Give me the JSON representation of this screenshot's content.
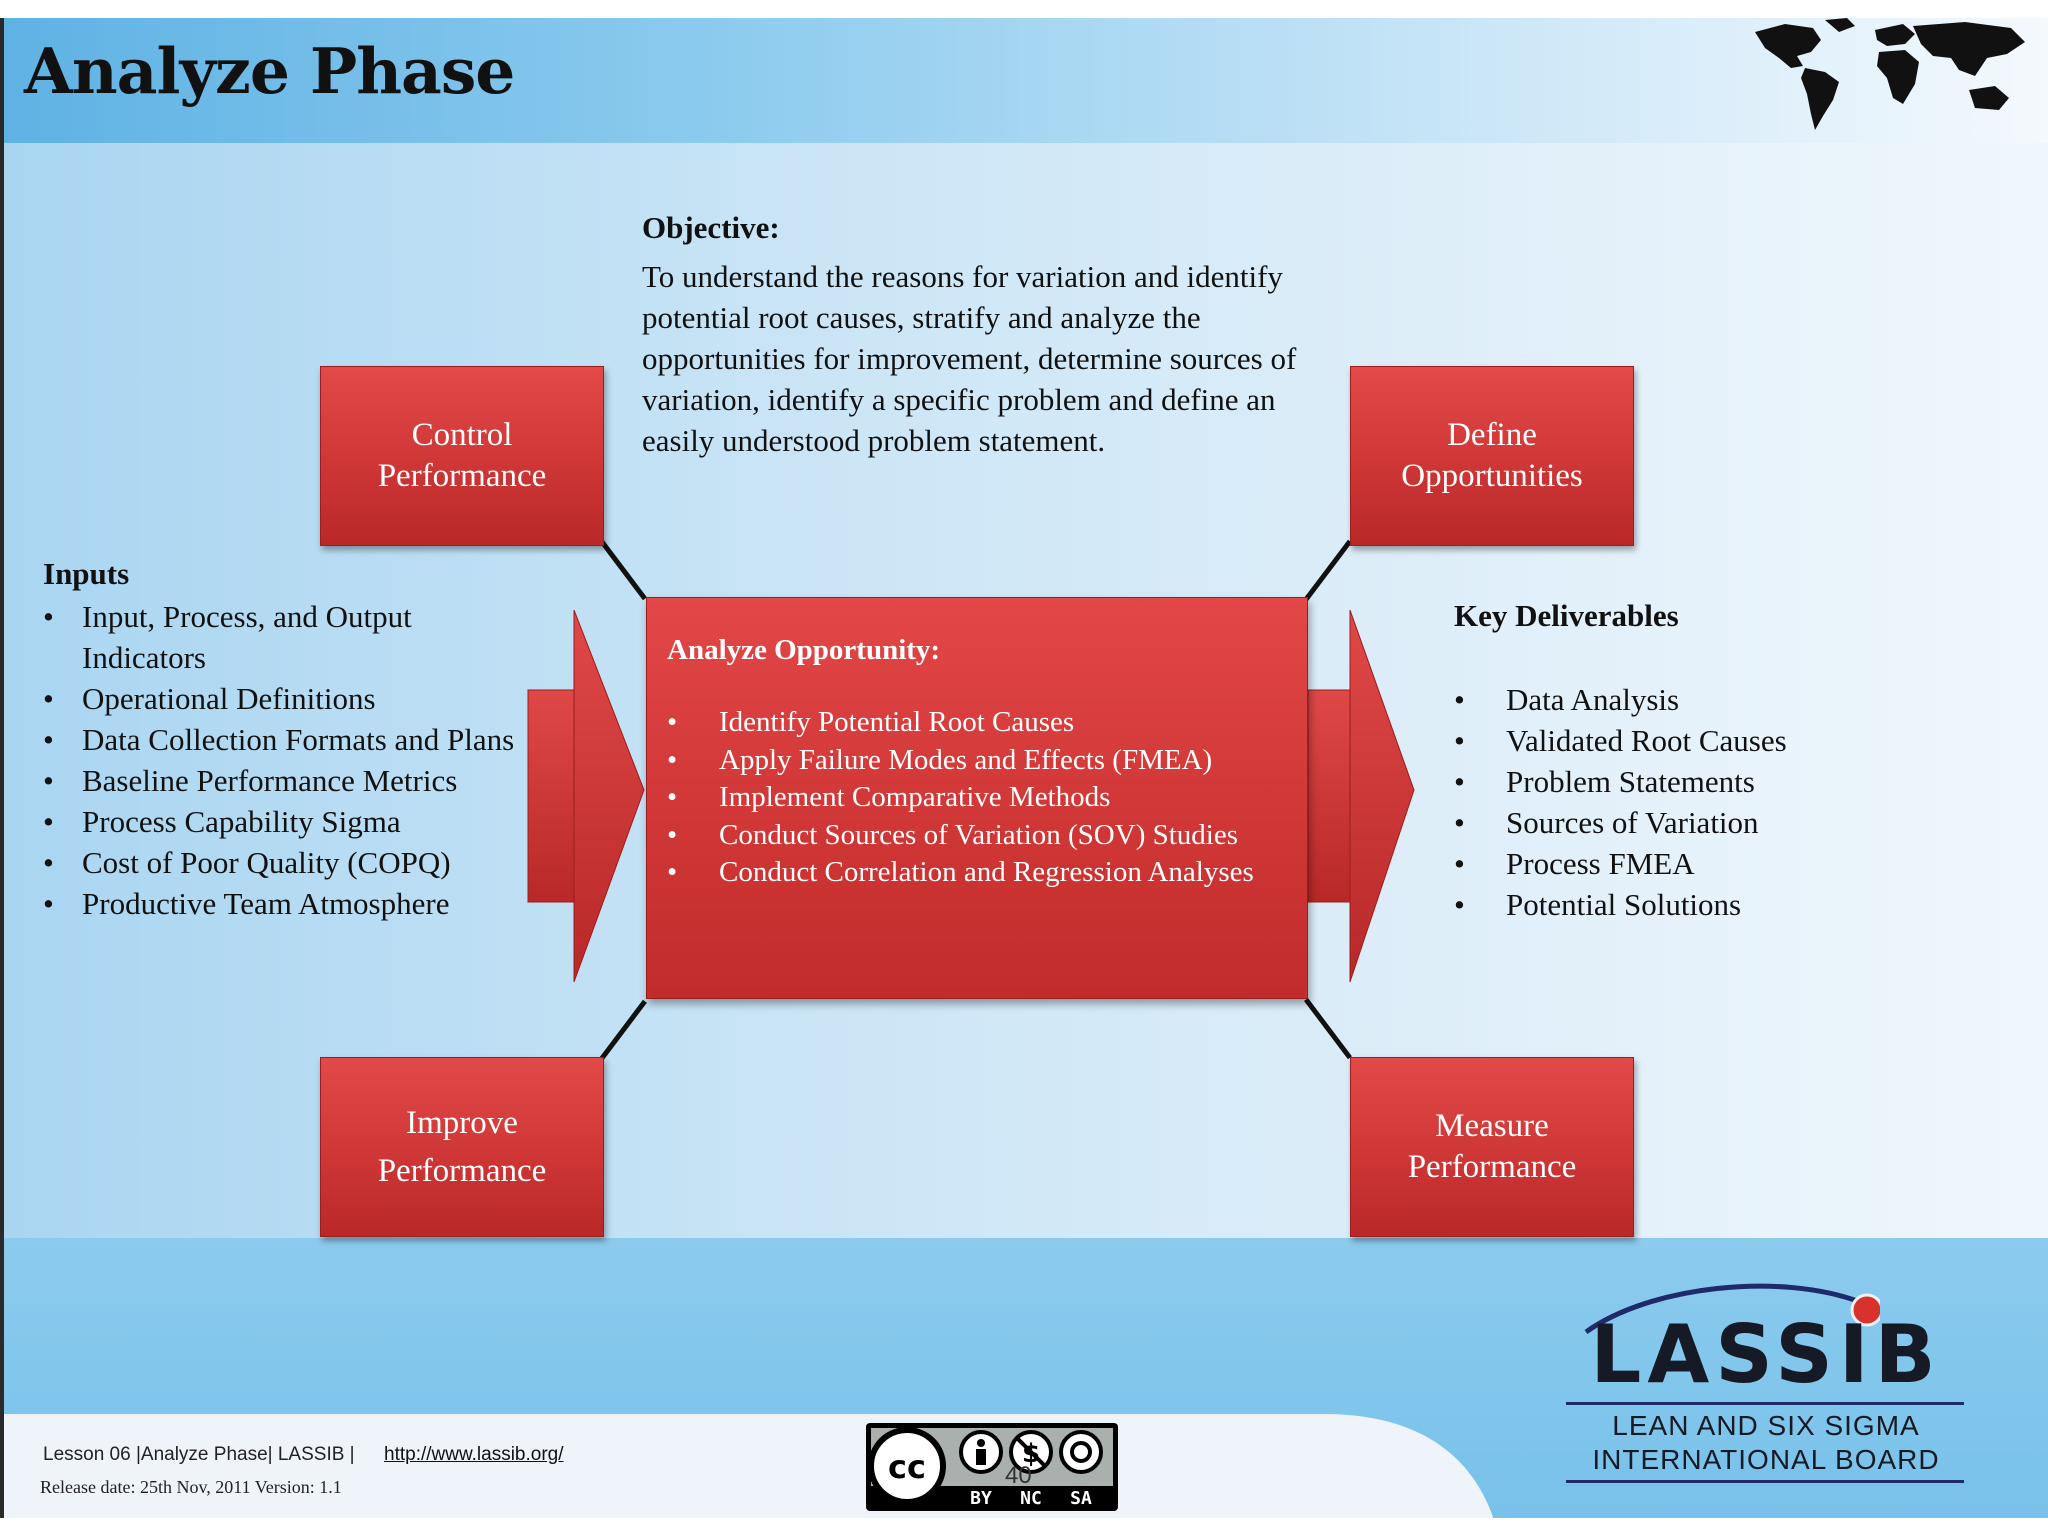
{
  "slide": {
    "title": "Analyze Phase",
    "objective": {
      "heading": "Objective:",
      "text": "To understand the reasons for variation and identify potential root causes, stratify and analyze the opportunities for improvement, determine sources of variation, identify a specific problem and define an easily understood problem statement."
    },
    "corner_boxes": {
      "top_left": "Control\nPerformance",
      "top_right": "Define\nOpportunities",
      "bottom_left": "Improve\nPerformance",
      "bottom_right": "Measure\nPerformance"
    },
    "inputs": {
      "heading": "Inputs",
      "items": [
        "Input, Process, and Output Indicators",
        "Operational Definitions",
        "Data Collection Formats and Plans",
        "Baseline Performance Metrics",
        "Process Capability Sigma",
        "Cost of Poor Quality (COPQ)",
        "Productive Team Atmosphere"
      ]
    },
    "center": {
      "heading": "Analyze Opportunity:",
      "items": [
        "Identify Potential Root Causes",
        "Apply Failure Modes and Effects (FMEA)",
        "Implement Comparative Methods",
        "Conduct Sources of Variation (SOV) Studies",
        "Conduct Correlation and Regression Analyses"
      ]
    },
    "deliverables": {
      "heading": "Key Deliverables",
      "items": [
        "Data Analysis",
        "Validated Root Causes",
        "Problem Statements",
        "Sources of Variation",
        "Process FMEA",
        "Potential Solutions"
      ]
    }
  },
  "footer": {
    "line1": "Lesson 06 |Analyze  Phase| LASSIB |",
    "link": "http://www.lassib.org/",
    "release": "Release date: 25th  Nov,  2011  Version: 1.1",
    "page_number": "40",
    "license_labels": [
      "cc",
      "BY",
      "NC",
      "SA"
    ]
  },
  "logo": {
    "name": "LASSIB",
    "subtitle_line1": "LEAN AND SIX SIGMA",
    "subtitle_line2": "INTERNATIONAL BOARD"
  },
  "colors": {
    "box_red": "#d23838",
    "header_blue": "#5fb2e4",
    "logo_dot": "#d9312d"
  }
}
